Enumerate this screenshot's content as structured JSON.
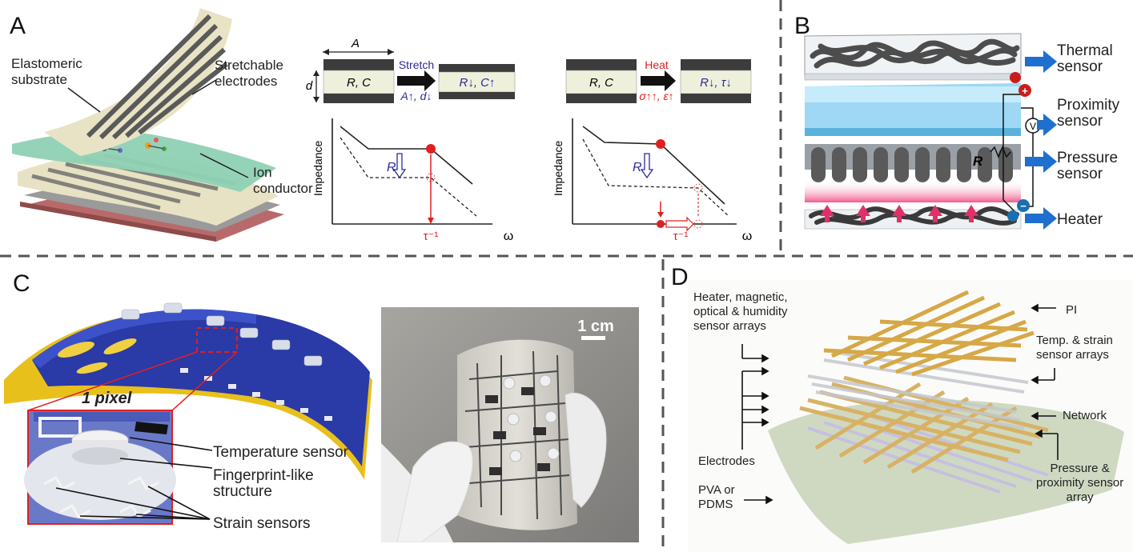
{
  "panels": {
    "a": "A",
    "b": "B",
    "c": "C",
    "d": "D"
  },
  "a": {
    "elastomeric": [
      "Elastomeric",
      "substrate"
    ],
    "electrodes": [
      "Stretchable",
      "electrodes"
    ],
    "ion": [
      "Ion",
      "conductor"
    ],
    "dim_A": "A",
    "dim_d": "d",
    "box_rc": "R, C",
    "stretch": "Stretch",
    "stretch_sub": "A↑, d↓",
    "after_stretch": "R↓, C↑",
    "heat": "Heat",
    "heat_sub": "σ↑↑, ε↑",
    "after_heat": "R↓, τ↓",
    "impedance": "Impedance",
    "omega": "ω",
    "tau": "τ⁻¹",
    "r": "R"
  },
  "b": {
    "thermal": [
      "Thermal",
      "sensor"
    ],
    "proximity": [
      "Proximity",
      "sensor"
    ],
    "pressure": [
      "Pressure",
      "sensor"
    ],
    "heater": "Heater",
    "v": "V",
    "r": "R",
    "plus": "+",
    "minus": "−"
  },
  "c": {
    "pixel": "1 pixel",
    "temp": "Temperature sensor",
    "finger": [
      "Fingerprint-like",
      "structure"
    ],
    "strain": "Strain sensors",
    "scale": "1 cm"
  },
  "d": {
    "heater": [
      "Heater, magnetic,",
      "optical & humidity",
      "sensor arrays"
    ],
    "pi": "PI",
    "temp": [
      "Temp. & strain",
      "sensor arrays"
    ],
    "network": "Network",
    "electrodes": "Electrodes",
    "pressure": [
      "Pressure &",
      "proximity sensor",
      "array"
    ],
    "pva": [
      "PVA or",
      "PDMS"
    ]
  }
}
